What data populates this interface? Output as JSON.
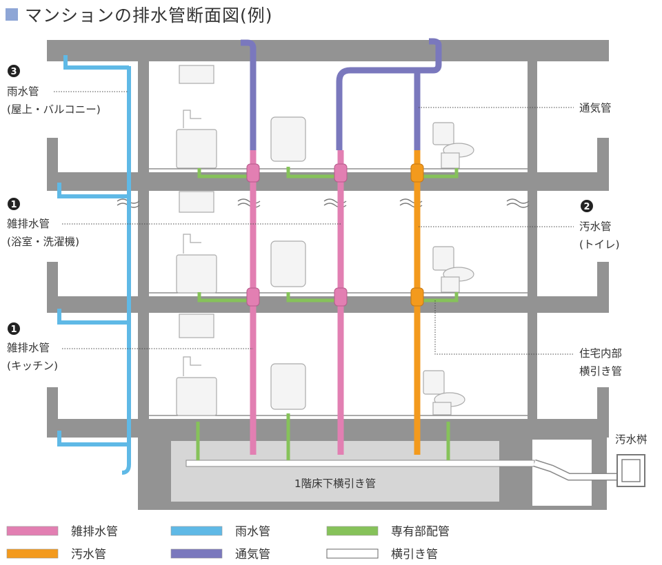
{
  "title": "マンションの排水管断面図(例)",
  "labels": {
    "rain_num": "3",
    "rain_name": "雨水管",
    "rain_desc": "(屋上・バルコニー)",
    "misc1_num": "1",
    "misc1_name": "雑排水管",
    "misc1_desc": "(浴室・洗濯機)",
    "misc2_num": "1",
    "misc2_name": "雑排水管",
    "misc2_desc": "(キッチン)",
    "vent_name": "通気管",
    "sewage_num": "2",
    "sewage_name": "汚水管",
    "sewage_desc": "(トイレ)",
    "inner_line1": "住宅内部",
    "inner_line2": "横引き管",
    "basin": "汚水桝",
    "underfloor": "1階床下横引き管"
  },
  "legend": [
    {
      "label": "雑排水管",
      "color": "#e27fb2"
    },
    {
      "label": "雨水管",
      "color": "#5fb9e6"
    },
    {
      "label": "専有部配管",
      "color": "#86c25a"
    },
    {
      "label": "汚水管",
      "color": "#f39a1d"
    },
    {
      "label": "通気管",
      "color": "#7a78bd"
    },
    {
      "label": "横引き管",
      "color": "#ffffff"
    }
  ],
  "colors": {
    "misc": "#e27fb2",
    "rain": "#5fb9e6",
    "private": "#86c25a",
    "sewage": "#f39a1d",
    "vent": "#7a78bd",
    "horizontal": "#ffffff",
    "concrete": "#939393",
    "title_square": "#8ea6d6"
  }
}
